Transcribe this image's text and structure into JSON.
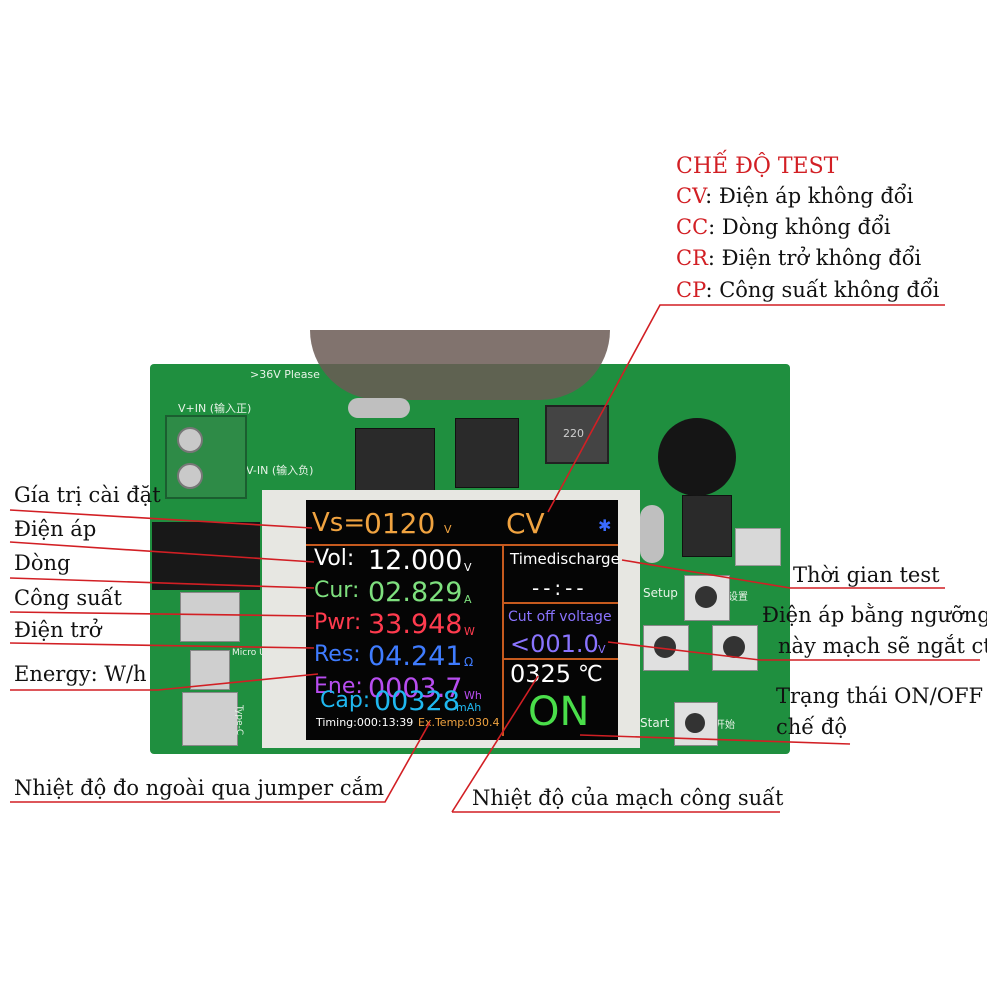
{
  "board": {
    "silk_top": ">36V Please",
    "silk_vin_pos": "V+IN (输入正)",
    "silk_vin_neg": "V-IN (输入负)",
    "inductor_label": "220",
    "usb_micro": "Micro USB",
    "usb_typec": "Type-C",
    "setup_label": "Setup",
    "setup_cn": "设置",
    "start_label": "Start",
    "start_cn": "开始"
  },
  "lcd": {
    "vs_label": "Vs=",
    "vs_value": "0120",
    "vs_unit": "V",
    "mode": "CV",
    "vol_label": "Vol:",
    "vol_value": "12.000",
    "vol_unit": "V",
    "cur_label": "Cur:",
    "cur_value": "02.829",
    "cur_unit": "A",
    "pwr_label": "Pwr:",
    "pwr_value": "33.948",
    "pwr_unit": "W",
    "res_label": "Res:",
    "res_value": "04.241",
    "res_unit": "Ω",
    "ene_label": "Ene:",
    "ene_value": "0003.7",
    "ene_unit": "Wh",
    "cap_label": "Cap:",
    "cap_value": "00328",
    "cap_unit": "mAh",
    "timing": "Timing:000:13:39",
    "ext_temp": "Ex.Temp:030.4",
    "time_discharge_label": "Timedischarge",
    "time_discharge_value": "--:--",
    "cutoff_label": "Cut off voltage",
    "cutoff_value": "<001.0",
    "cutoff_unit": "V",
    "temp_value": "0325",
    "temp_unit": "℃",
    "state": "ON"
  },
  "annotations": {
    "test_mode_title": "CHẾ ĐỘ TEST",
    "modes": [
      {
        "code": "CV",
        "desc": ": Điện áp không đổi"
      },
      {
        "code": "CC",
        "desc": ": Dòng không đổi"
      },
      {
        "code": "CR",
        "desc": ": Điện trở không đổi"
      },
      {
        "code": "CP",
        "desc": ": Công suất không đổi"
      }
    ],
    "set_value": "Gía trị cài đặt",
    "voltage": "Điện áp",
    "current": "Dòng",
    "power": "Công suất",
    "resistance": "Điện trở",
    "energy": "Energy: W/h",
    "ext_temp": "Nhiệt độ đo ngoài qua jumper cắm",
    "power_temp": "Nhiệt độ của mạch công suất",
    "test_time": "Thời gian test",
    "cutoff_line1": "Điện áp bằng ngưỡng",
    "cutoff_line2": "này mạch sẽ ngắt ct",
    "onoff_line1": "Trạng thái ON/OFF",
    "onoff_line2": "chế độ"
  },
  "colors": {
    "accent_red": "#d21f24",
    "vs": "#f0a340",
    "vol": "#ffffff",
    "cur": "#7ee07e",
    "pwr": "#ff3b4e",
    "res": "#3f7cff",
    "ene": "#b84df0",
    "cap": "#1fb8f0",
    "cutoff": "#8a74ff",
    "on": "#4ade4a",
    "pcb": "#1f8f3f"
  }
}
